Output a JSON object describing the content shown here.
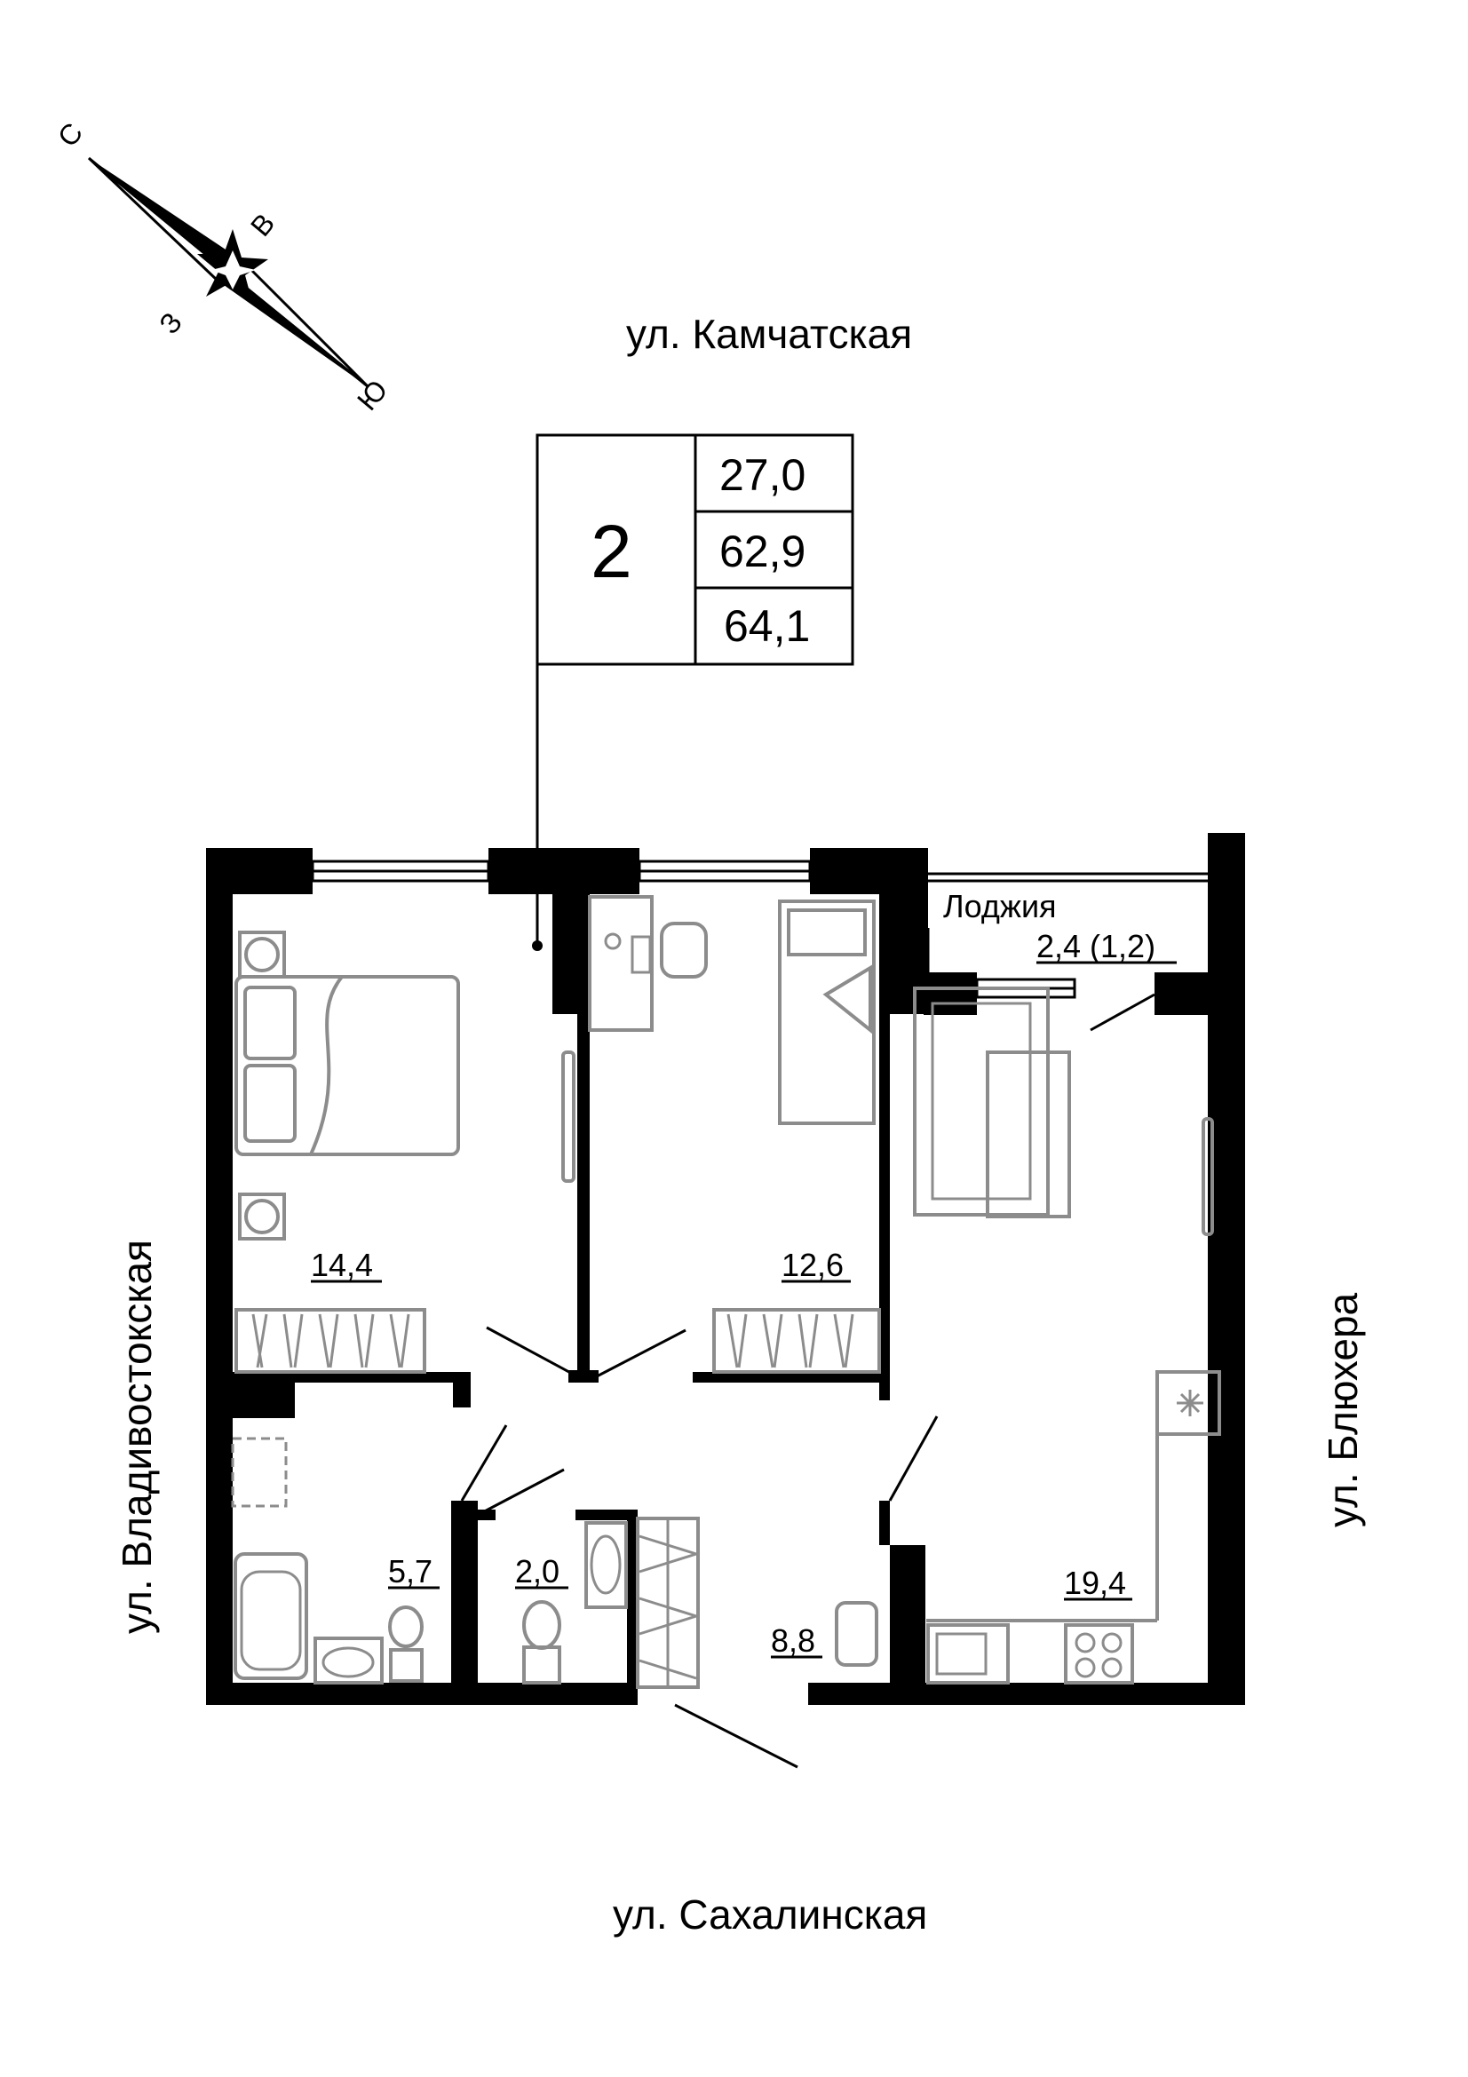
{
  "compass": {
    "north": "С",
    "east": "В",
    "west": "З",
    "south": "Ю"
  },
  "streets": {
    "top": "ул. Камчатская",
    "bottom": "ул. Сахалинская",
    "left": "ул. Владивостокская",
    "right": "ул. Блюхера"
  },
  "summary": {
    "rooms": "2",
    "values": [
      "27,0",
      "62,9",
      "64,1"
    ]
  },
  "rooms": {
    "bedroom_left": "14,4",
    "bedroom_right": "12,6",
    "kitchen_living": "19,4",
    "bathroom": "5,7",
    "wc": "2,0",
    "hall": "8,8",
    "loggia_name": "Лоджия",
    "loggia_area": "2,4 (1,2)"
  }
}
